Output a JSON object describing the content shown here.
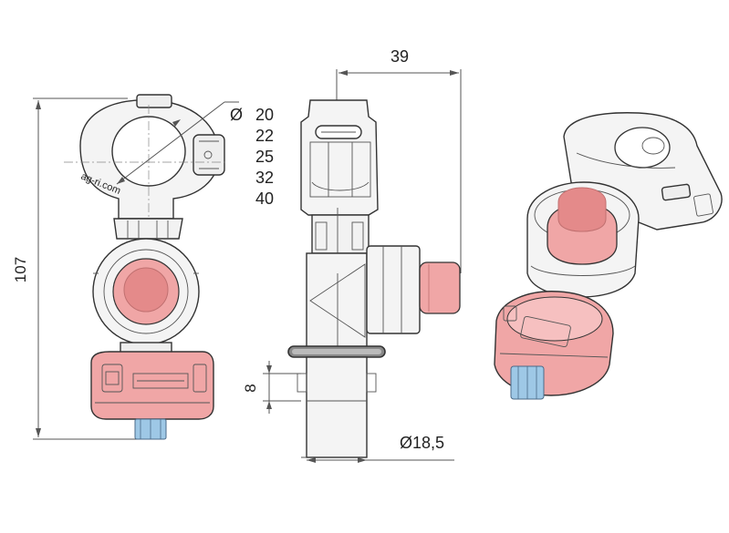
{
  "dimensions": {
    "overall_height": "107",
    "width": "39",
    "pipe_diameter_prefix": "Ø",
    "pipe_diameters": [
      "20",
      "22",
      "25",
      "32",
      "40"
    ],
    "stem_height": "8",
    "outlet_diameter": "Ø18,5"
  },
  "watermark": "ag-ri.com",
  "colors": {
    "pink": "#f0a6a6",
    "pink_dark": "#e48a8a",
    "body": "#f4f4f4",
    "outline": "#333333",
    "blue": "#9ec8e6"
  }
}
